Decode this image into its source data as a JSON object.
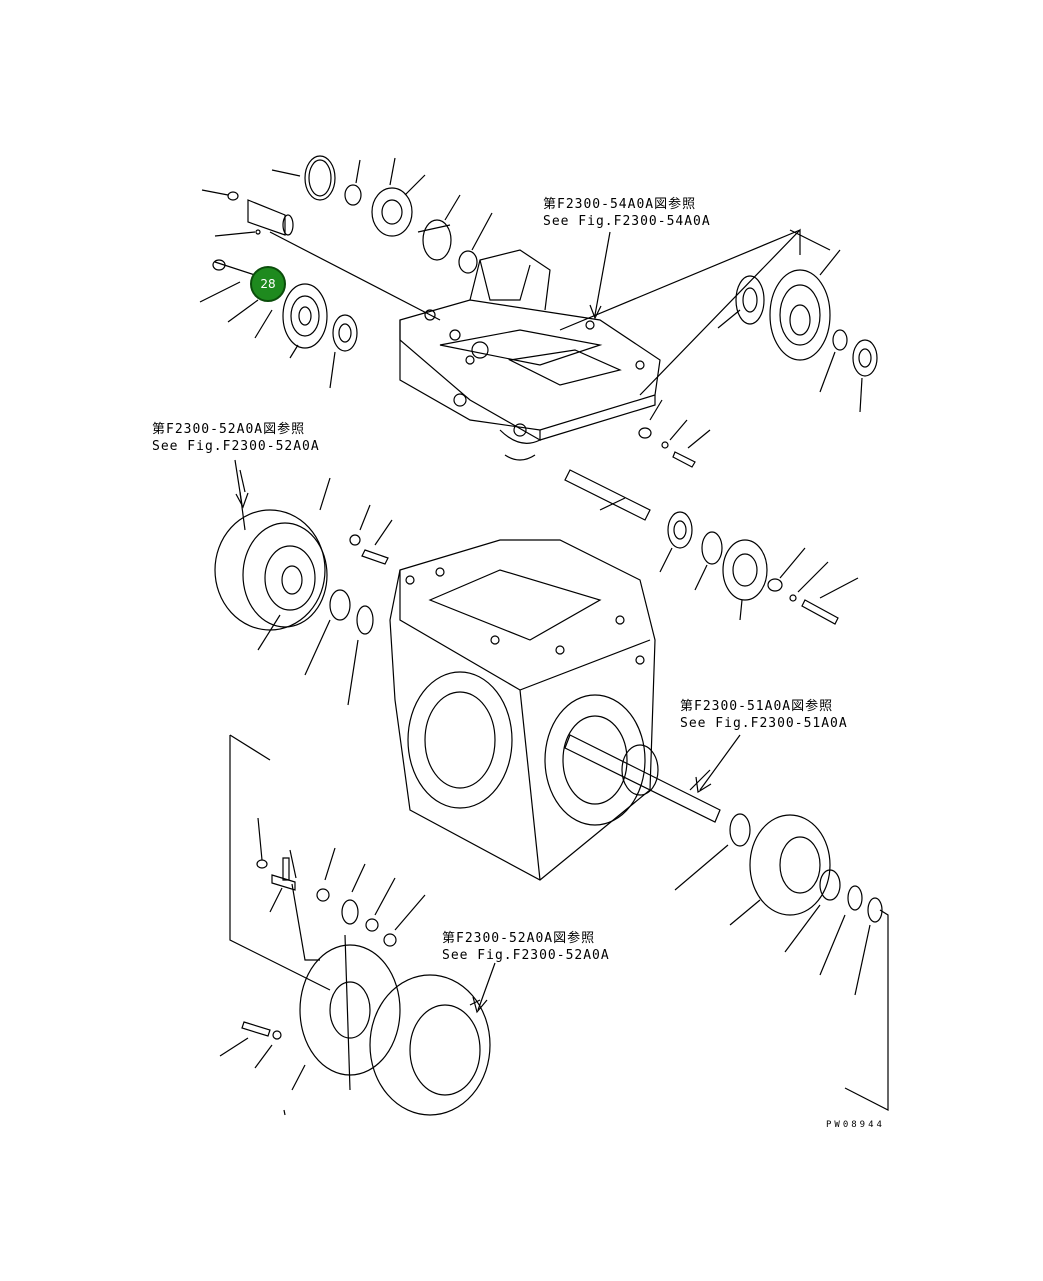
{
  "references": [
    {
      "id": "ref-54",
      "jp": "第F2300-54A0A図参照",
      "en": "See Fig.F2300-54A0A"
    },
    {
      "id": "ref-52-upper",
      "jp": "第F2300-52A0A図参照",
      "en": "See Fig.F2300-52A0A"
    },
    {
      "id": "ref-51",
      "jp": "第F2300-51A0A図参照",
      "en": "See Fig.F2300-51A0A"
    },
    {
      "id": "ref-52-lower",
      "jp": "第F2300-52A0A図参照",
      "en": "See Fig.F2300-52A0A"
    }
  ],
  "callout": {
    "number": "28",
    "color": "#1e8a1e"
  },
  "drawing_code": "PW08944",
  "colors": {
    "line": "#000000",
    "background": "#ffffff"
  }
}
